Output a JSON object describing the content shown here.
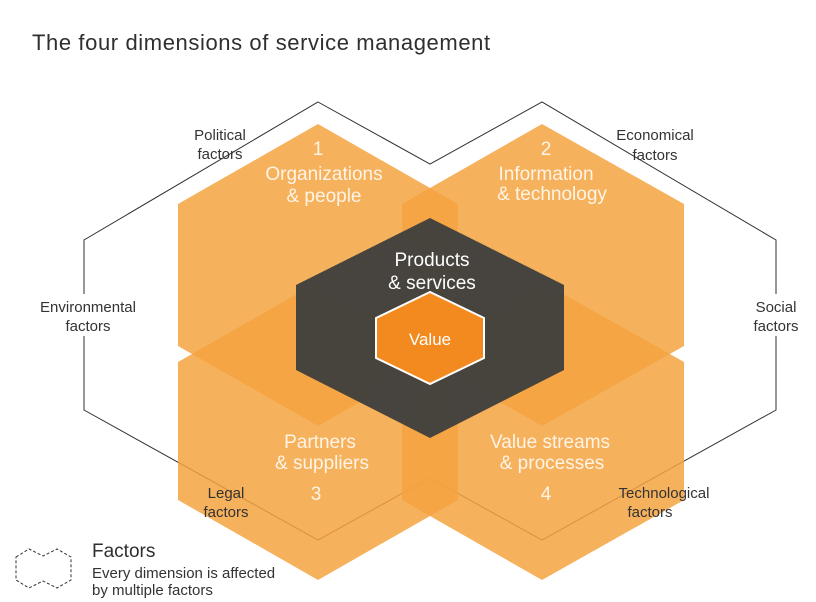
{
  "title": "The four dimensions of service management",
  "dimensions": [
    {
      "number": "1",
      "line1": "Organizations",
      "line2": "& people"
    },
    {
      "number": "2",
      "line1": "Information",
      "line2": "& technology"
    },
    {
      "number": "3",
      "line1": "Partners",
      "line2": "& suppliers"
    },
    {
      "number": "4",
      "line1": "Value streams",
      "line2": "& processes"
    }
  ],
  "center": {
    "line1": "Products",
    "line2": "& services",
    "value": "Value"
  },
  "factors": {
    "political": {
      "line1": "Political",
      "line2": "factors"
    },
    "economical": {
      "line1": "Economical",
      "line2": "factors"
    },
    "environmental": {
      "line1": "Environmental",
      "line2": "factors"
    },
    "social": {
      "line1": "Social",
      "line2": "factors"
    },
    "legal": {
      "line1": "Legal",
      "line2": "factors"
    },
    "technological": {
      "line1": "Technological",
      "line2": "factors"
    }
  },
  "legend": {
    "title": "Factors",
    "line1": "Every dimension is affected",
    "line2": "by multiple factors"
  },
  "colors": {
    "dimension_fill": "#f4a340",
    "center_fill": "#3d3d3d",
    "value_fill": "#f28a1f",
    "outline": "#2f2f2f"
  }
}
